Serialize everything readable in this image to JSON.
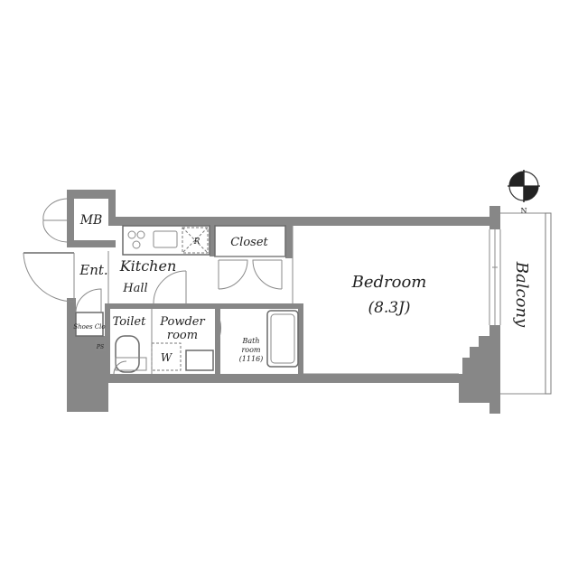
{
  "rooms": {
    "mb": "MB",
    "closet": "Closet",
    "entrance": "Ent.",
    "kitchen": "Kitchen",
    "hall": "Hall",
    "bedroom": "Bedroom",
    "bedroom_size": "(8.3J)",
    "balcony": "Balcony",
    "shoes_closet": "Shoes Clo",
    "ps": "PS",
    "toilet": "Toilet",
    "powder_room_line1": "Powder",
    "powder_room_line2": "room",
    "washer": "W",
    "refrigerator": "R",
    "bathroom_line1": "Bath",
    "bathroom_line2": "room",
    "bathroom_size": "(1116)"
  },
  "compass": {
    "north_label": "N",
    "icon": "north-arrow-icon"
  },
  "colors": {
    "wall": "#878787",
    "text": "#222222"
  }
}
